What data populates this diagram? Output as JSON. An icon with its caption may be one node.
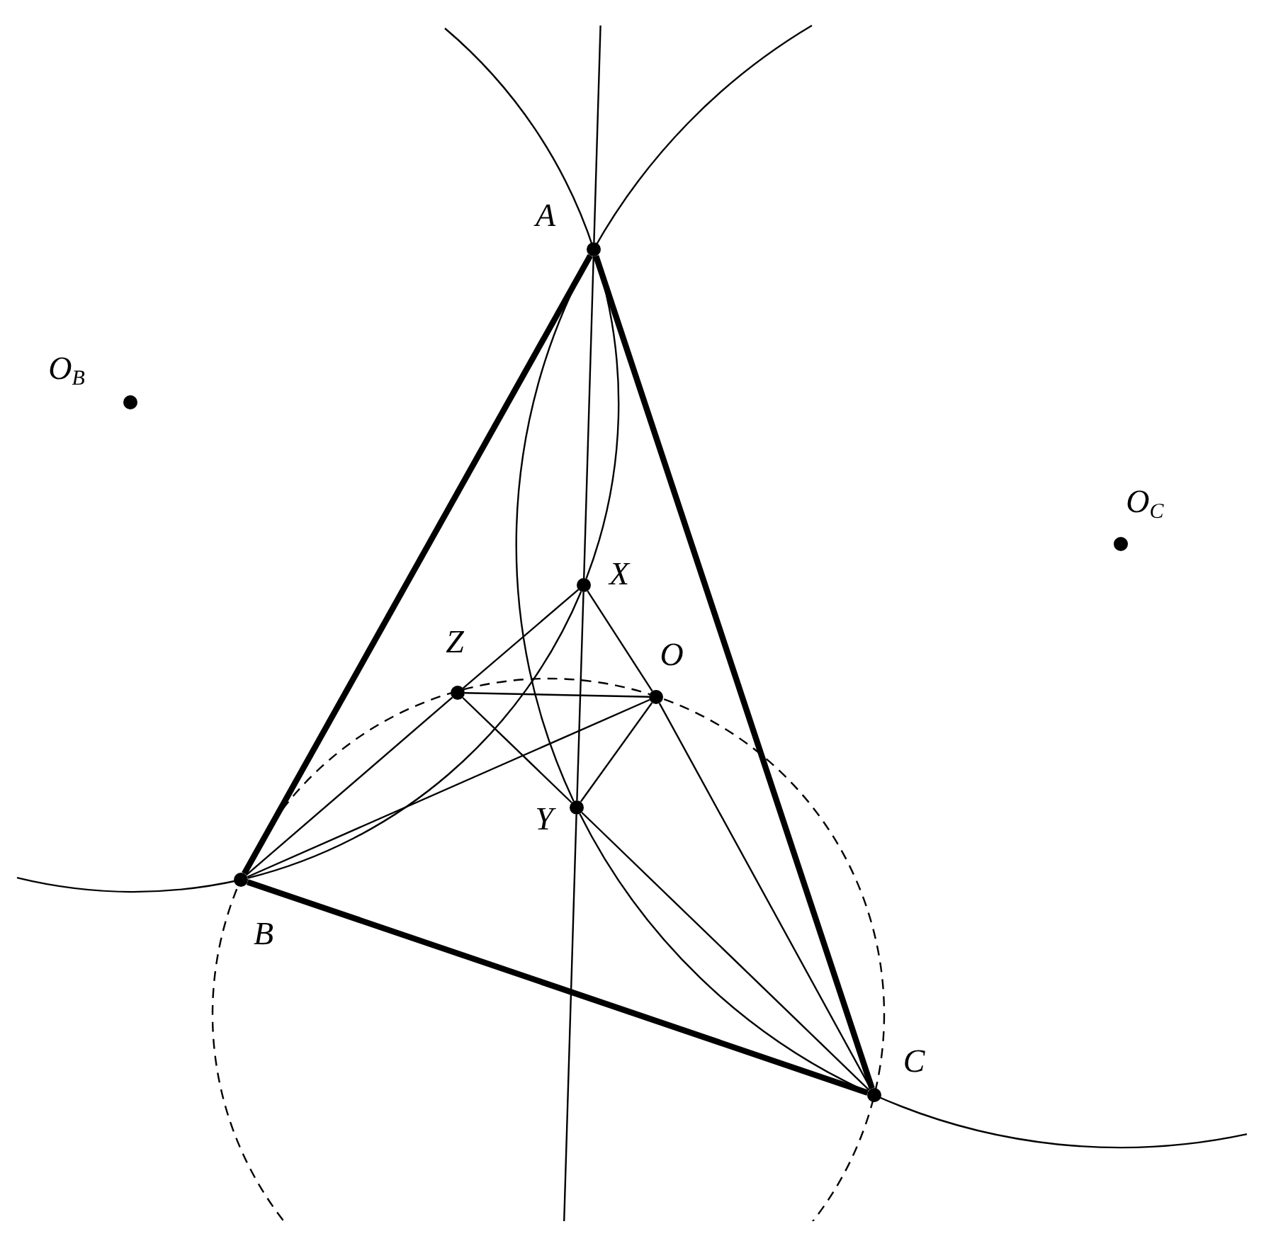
{
  "diagram": {
    "nodes": [
      {
        "text": [
          "A"
        ]
      },
      {
        "text": [
          "B"
        ]
      },
      {
        "text": [
          "C"
        ]
      },
      {
        "text": [
          "X"
        ]
      },
      {
        "text": [
          "Y"
        ]
      },
      {
        "text": [
          "Z"
        ]
      },
      {
        "text": [
          "O"
        ]
      },
      {
        "text": [
          "O$_{B}$"
        ]
      },
      {
        "text": [
          "O$_{C}$"
        ]
      }
    ],
    "edges": [
      {
        "from": 0,
        "to": 1,
        "arrow": "none",
        "style": "thick"
      },
      {
        "from": 1,
        "to": 2,
        "arrow": "none",
        "style": "thick"
      },
      {
        "from": 2,
        "to": 0,
        "arrow": "none",
        "style": "thick"
      },
      {
        "from": null,
        "to": 0,
        "arrow": "none"
      },
      {
        "from": 0,
        "to": 3,
        "arrow": "none"
      },
      {
        "from": 3,
        "to": 4,
        "arrow": "none"
      },
      {
        "from": 4,
        "to": null,
        "arrow": "none"
      },
      {
        "from": 0,
        "to": 3,
        "arrow": "none"
      },
      {
        "from": 3,
        "to": 1,
        "arrow": "none"
      },
      {
        "from": 0,
        "to": 4,
        "arrow": "none"
      },
      {
        "from": 4,
        "to": 2,
        "arrow": "none"
      },
      {
        "from": 1,
        "to": 5,
        "arrow": "none"
      },
      {
        "from": 1,
        "to": 6,
        "arrow": "none"
      },
      {
        "from": 3,
        "to": 5,
        "arrow": "none"
      },
      {
        "from": 3,
        "to": 6,
        "arrow": "none"
      },
      {
        "from": 5,
        "to": 6,
        "arrow": "none"
      },
      {
        "from": 5,
        "to": 4,
        "arrow": "none"
      },
      {
        "from": 4,
        "to": 2,
        "arrow": "none"
      },
      {
        "from": 6,
        "to": 4,
        "arrow": "none"
      },
      {
        "from": 6,
        "to": 2,
        "arrow": "none"
      }
    ]
  }
}
